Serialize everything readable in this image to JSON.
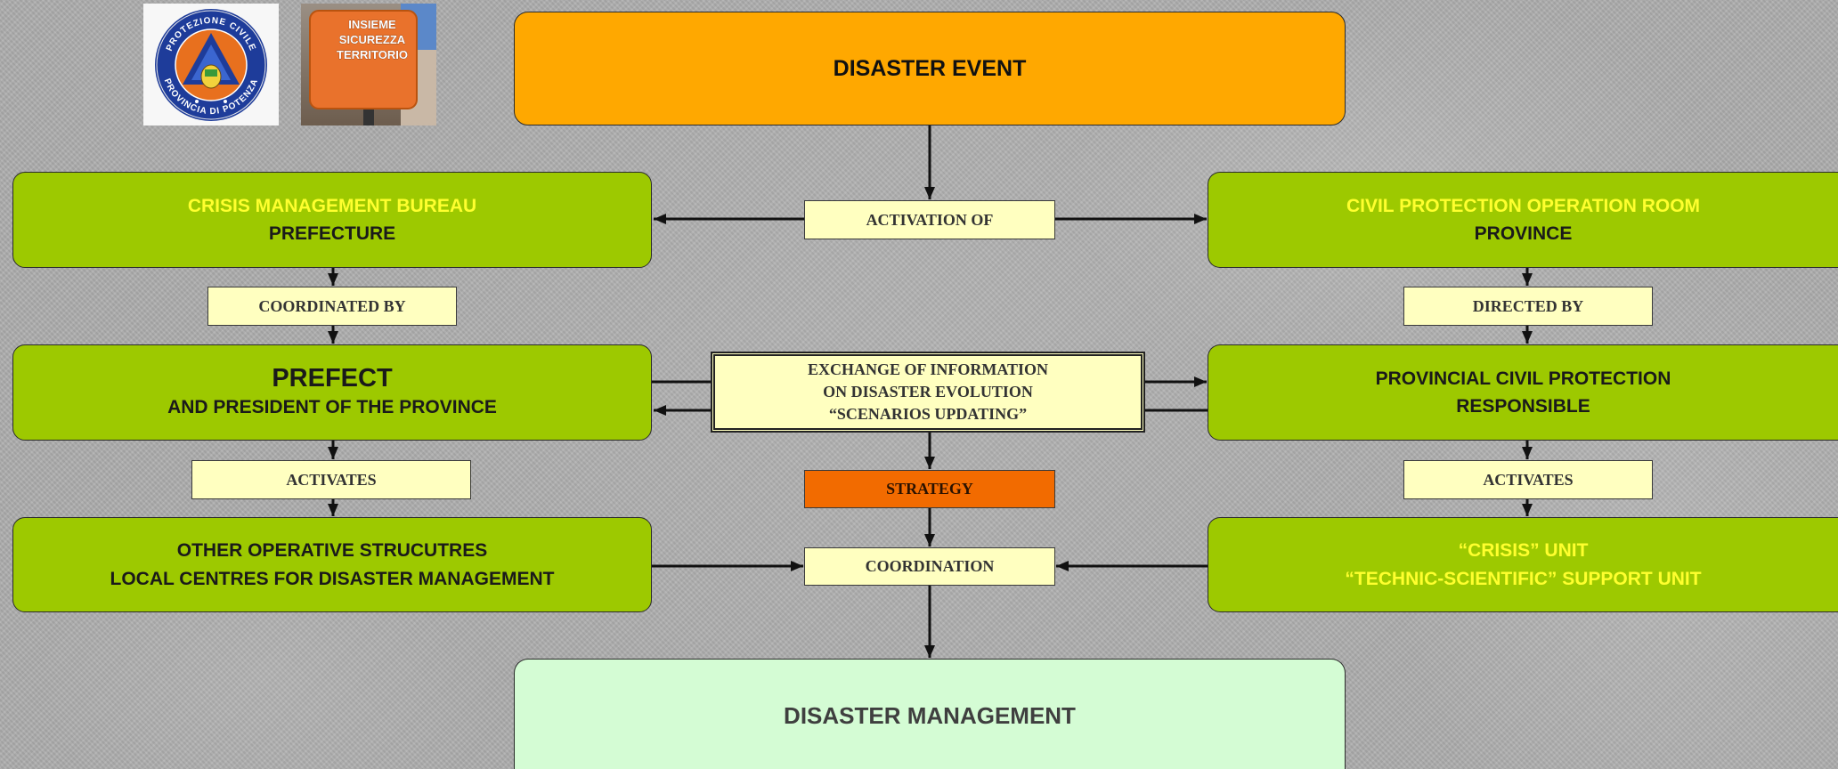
{
  "logos": {
    "badge": {
      "top_text": "PROTEZIONE CIVILE",
      "bottom_text": "PROVINCIA DI POTENZA"
    },
    "sign": {
      "line1": "INSIEME",
      "line2": "SICUREZZA",
      "line3": "TERRITORIO"
    }
  },
  "nodes": {
    "disaster_event": "DISASTER EVENT",
    "crisis_bureau": {
      "line1": "CRISIS MANAGEMENT BUREAU",
      "line2": "PREFECTURE"
    },
    "operation_room": {
      "line1": "CIVIL PROTECTION OPERATION ROOM",
      "line2": "PROVINCE"
    },
    "prefect": {
      "line1": "PREFECT",
      "line2": "AND PRESIDENT OF THE PROVINCE"
    },
    "provincial_responsible": {
      "line1": "PROVINCIAL CIVIL PROTECTION",
      "line2": "RESPONSIBLE"
    },
    "other_structures": {
      "line1": "OTHER OPERATIVE STRUCUTRES",
      "line2": "LOCAL CENTRES FOR DISASTER MANAGEMENT"
    },
    "crisis_unit": {
      "line1": "“CRISIS” UNIT",
      "line2": "“TECHNIC-SCIENTIFIC” SUPPORT UNIT"
    },
    "disaster_management": "DISASTER MANAGEMENT"
  },
  "labels": {
    "activation_of": "ACTIVATION OF",
    "coordinated_by": "COORDINATED BY",
    "directed_by": "DIRECTED BY",
    "activates_left": "ACTIVATES",
    "activates_right": "ACTIVATES",
    "exchange": [
      "EXCHANGE OF INFORMATION",
      "ON DISASTER EVOLUTION",
      "“SCENARIOS UPDATING”"
    ],
    "strategy": "STRATEGY",
    "coordination": "COORDINATION"
  },
  "colors": {
    "green": "#9DC900",
    "label": "#FFFFC0",
    "event": "#FFA800",
    "strategy": "#F26B00",
    "mgmt": "#D4FCD4",
    "highlight_text": "#FFFF2E"
  }
}
